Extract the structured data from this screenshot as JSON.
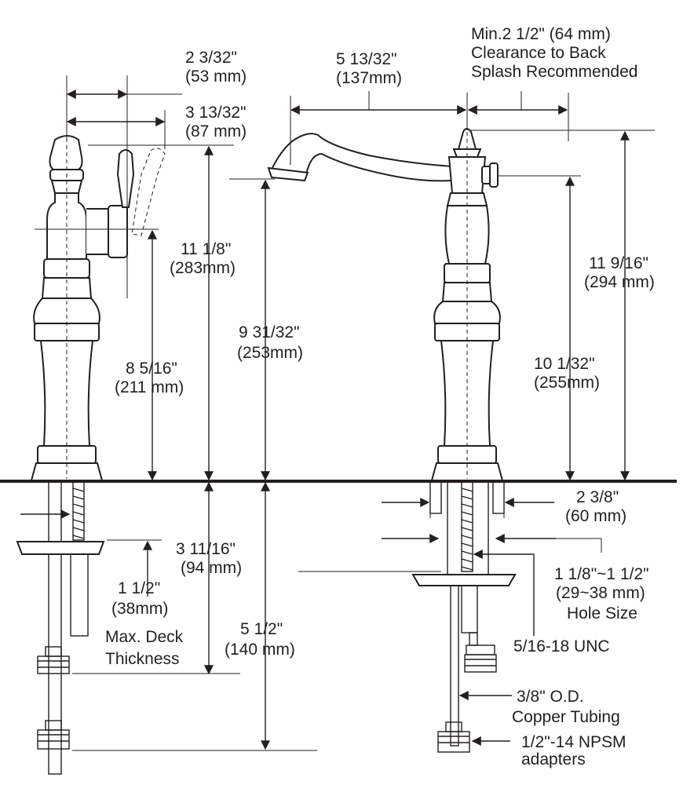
{
  "dimensions": {
    "d_2_3_32": [
      "2 3/32\"",
      "(53 mm)"
    ],
    "d_3_13_32": [
      "3 13/32\"",
      "(87 mm)"
    ],
    "d_5_13_32": [
      "5 13/32\"",
      "(137mm)"
    ],
    "d_clearance": [
      "Min.2 1/2\" (64 mm)",
      "Clearance to Back",
      "Splash Recommended"
    ],
    "d_11_1_8": [
      "11 1/8\"",
      "(283mm)"
    ],
    "d_9_31_32": [
      "9  31/32\"",
      "(253mm)"
    ],
    "d_8_5_16": [
      "8 5/16\"",
      "(211 mm)"
    ],
    "d_11_9_16": [
      "11 9/16\"",
      "(294 mm)"
    ],
    "d_10_1_32": [
      "10 1/32\"",
      "(255mm)"
    ],
    "d_3_11_16": [
      "3 11/16\"",
      "(94 mm)"
    ],
    "d_1_1_2": [
      "1 1/2\"",
      "(38mm)",
      "Max. Deck",
      "Thickness"
    ],
    "d_5_1_2": [
      "5 1/2\"",
      "(140 mm)"
    ],
    "d_2_3_8": [
      "2 3/8\"",
      "(60 mm)"
    ],
    "d_hole": [
      "1 1/8\"~1 1/2\"",
      "(29~38 mm)",
      "Hole Size"
    ],
    "d_thread": [
      "5/16-18 UNC"
    ],
    "d_tubing": [
      "3/8\" O.D.",
      "Copper Tubing"
    ],
    "d_adapters": [
      "1/2\"-14 NPSM",
      "adapters"
    ]
  }
}
